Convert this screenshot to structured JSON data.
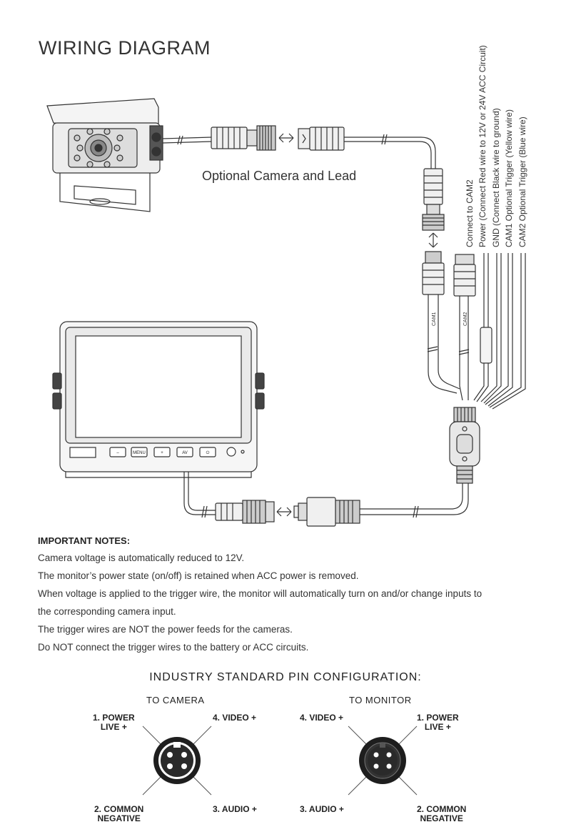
{
  "title": "WIRING DIAGRAM",
  "optional_camera_label": "Optional Camera and Lead",
  "wire_labels": [
    "Connect to CAM2",
    "Power (Connect Red wire to 12V or 24V ACC Circuit)",
    "GND (Connect Black wire to ground)",
    "CAM1 Optional Trigger (Yellow wire)",
    "CAM2 Optional Trigger (Blue wire)"
  ],
  "cable_tags": {
    "cam1": "CAM1",
    "cam2": "CAM2"
  },
  "monitor_buttons": [
    "–",
    "MENU",
    "+",
    "AV",
    "⏻"
  ],
  "notes": {
    "heading": "IMPORTANT NOTES:",
    "lines": [
      "Camera voltage is automatically reduced to 12V.",
      "The monitor’s power state (on/off) is retained when ACC power is removed.",
      "When voltage is applied to the trigger wire, the monitor will automatically turn on and/or change inputs to",
      "the corresponding camera input.",
      "The trigger wires are NOT the power feeds for the cameras.",
      "Do NOT connect the trigger wires to the battery or ACC circuits."
    ]
  },
  "pin_config": {
    "title": "INDUSTRY STANDARD PIN CONFIGURATION:",
    "to_camera": {
      "heading": "TO CAMERA",
      "pin1": [
        "1. POWER",
        "LIVE +"
      ],
      "pin2": [
        "2. COMMON",
        "NEGATIVE"
      ],
      "pin3": "3. AUDIO +",
      "pin4": "4. VIDEO +"
    },
    "to_monitor": {
      "heading": "TO MONITOR",
      "pin1": [
        "1. POWER",
        "LIVE +"
      ],
      "pin2": [
        "2. COMMON",
        "NEGATIVE"
      ],
      "pin3": "3. AUDIO +",
      "pin4": "4. VIDEO +"
    }
  }
}
